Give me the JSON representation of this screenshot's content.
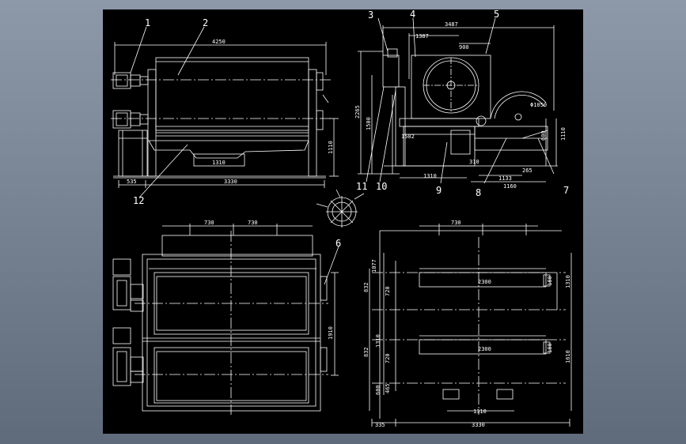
{
  "colors": {
    "background_gradient_top": "#8d98a8",
    "background_gradient_bottom": "#5f6b7b",
    "canvas": "#000000",
    "line": "#ffffff",
    "centerline": "#ffffff"
  },
  "callouts": [
    "1",
    "2",
    "3",
    "4",
    "5",
    "6",
    "7",
    "8",
    "9",
    "10",
    "11",
    "12"
  ],
  "dims": {
    "front_top_width": "4250",
    "front_bottom_width": "3330",
    "front_left_offset": "535",
    "front_center": "1310",
    "front_height": "1110",
    "side_top_a": "3487",
    "side_top_b": "1387",
    "side_top_c": "900",
    "side_h_total": "2265",
    "side_h_mid": "1500",
    "side_h_low": "1502",
    "side_bottom_a": "1310",
    "side_bottom_b": "1133",
    "side_bottom_c": "1160",
    "side_radius": "Φ1050",
    "side_right_a": "600",
    "side_right_b": "1110",
    "side_small": "310",
    "side_small2": "265",
    "plan_top_a": "730",
    "plan_top_b": "730",
    "plan_right_h": "1910",
    "found_top_a": "730",
    "found_left_top": "1077",
    "found_left_a": "832",
    "found_left_b": "720",
    "found_left_c": "1310",
    "found_left_d": "832",
    "found_left_e": "720",
    "found_left_f": "465",
    "found_left_g": "600",
    "found_slot_len": "2300",
    "found_slot_len2": "2300",
    "found_slot_h": "180",
    "found_slot_h2": "180",
    "found_right_a": "1310",
    "found_right_b": "1610",
    "found_bottom_a": "1310",
    "found_bottom_b": "3330",
    "found_bottom_left": "335"
  }
}
